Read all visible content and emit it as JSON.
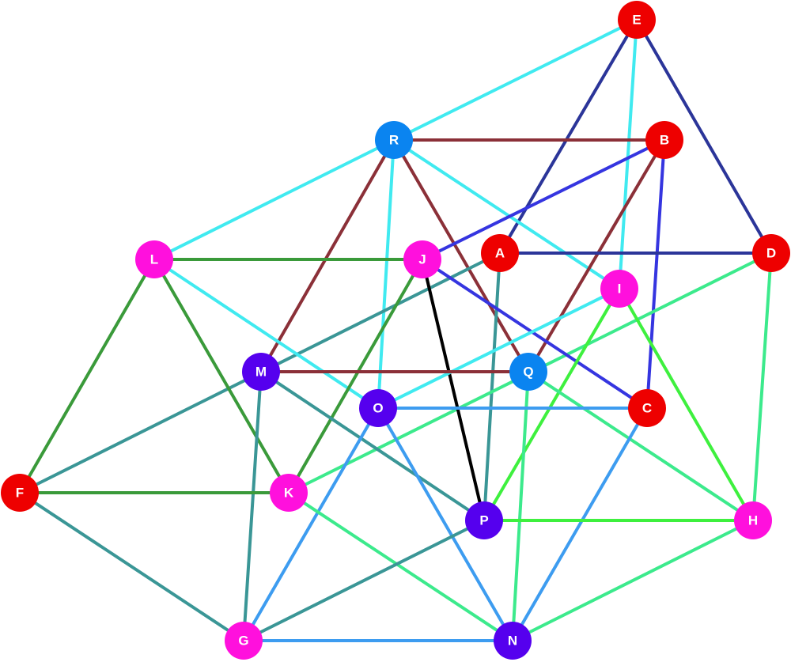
{
  "graph": {
    "nodes": [
      {
        "id": "E",
        "label": "E",
        "color": "#ee0000"
      },
      {
        "id": "B",
        "label": "B",
        "color": "#ee0000"
      },
      {
        "id": "R",
        "label": "R",
        "color": "#0a84f0"
      },
      {
        "id": "A",
        "label": "A",
        "color": "#ee0000"
      },
      {
        "id": "D",
        "label": "D",
        "color": "#ee0000"
      },
      {
        "id": "L",
        "label": "L",
        "color": "#ff10dd"
      },
      {
        "id": "J",
        "label": "J",
        "color": "#ff10dd"
      },
      {
        "id": "I",
        "label": "I",
        "color": "#ff10dd"
      },
      {
        "id": "M",
        "label": "M",
        "color": "#5500ee"
      },
      {
        "id": "Q",
        "label": "Q",
        "color": "#0a84f0"
      },
      {
        "id": "O",
        "label": "O",
        "color": "#5500ee"
      },
      {
        "id": "C",
        "label": "C",
        "color": "#ee0000"
      },
      {
        "id": "F",
        "label": "F",
        "color": "#ee0000"
      },
      {
        "id": "K",
        "label": "K",
        "color": "#ff10dd"
      },
      {
        "id": "P",
        "label": "P",
        "color": "#5500ee"
      },
      {
        "id": "H",
        "label": "H",
        "color": "#ff10dd"
      },
      {
        "id": "G",
        "label": "G",
        "color": "#ff10dd"
      },
      {
        "id": "N",
        "label": "N",
        "color": "#5500ee"
      }
    ],
    "edges": [
      {
        "from": "E",
        "to": "R",
        "color": "#40eaf0"
      },
      {
        "from": "E",
        "to": "A",
        "color": "#2b3599"
      },
      {
        "from": "E",
        "to": "D",
        "color": "#2b3599"
      },
      {
        "from": "E",
        "to": "I",
        "color": "#40eaf0"
      },
      {
        "from": "R",
        "to": "B",
        "color": "#8b3038"
      },
      {
        "from": "R",
        "to": "L",
        "color": "#40eaf0"
      },
      {
        "from": "R",
        "to": "M",
        "color": "#8b3038"
      },
      {
        "from": "R",
        "to": "O",
        "color": "#40eaf0"
      },
      {
        "from": "R",
        "to": "Q",
        "color": "#8b3038"
      },
      {
        "from": "R",
        "to": "I",
        "color": "#40eaf0"
      },
      {
        "from": "B",
        "to": "J",
        "color": "#3535e0"
      },
      {
        "from": "B",
        "to": "Q",
        "color": "#8b3038"
      },
      {
        "from": "B",
        "to": "C",
        "color": "#3535e0"
      },
      {
        "from": "A",
        "to": "D",
        "color": "#2b3599"
      },
      {
        "from": "A",
        "to": "F",
        "color": "#3a9696"
      },
      {
        "from": "A",
        "to": "P",
        "color": "#3a9696"
      },
      {
        "from": "D",
        "to": "K",
        "color": "#3cea8c"
      },
      {
        "from": "D",
        "to": "H",
        "color": "#3cea8c"
      },
      {
        "from": "L",
        "to": "J",
        "color": "#3a9a3a"
      },
      {
        "from": "L",
        "to": "F",
        "color": "#3a9a3a"
      },
      {
        "from": "L",
        "to": "K",
        "color": "#3a9a3a"
      },
      {
        "from": "L",
        "to": "O",
        "color": "#40eaf0"
      },
      {
        "from": "J",
        "to": "K",
        "color": "#3a9a3a"
      },
      {
        "from": "J",
        "to": "P",
        "color": "#000000"
      },
      {
        "from": "J",
        "to": "C",
        "color": "#3535e0"
      },
      {
        "from": "I",
        "to": "O",
        "color": "#40eaf0"
      },
      {
        "from": "I",
        "to": "P",
        "color": "#3ef03e"
      },
      {
        "from": "I",
        "to": "H",
        "color": "#3ef03e"
      },
      {
        "from": "M",
        "to": "Q",
        "color": "#8b3038"
      },
      {
        "from": "M",
        "to": "P",
        "color": "#3a9696"
      },
      {
        "from": "M",
        "to": "G",
        "color": "#3a9696"
      },
      {
        "from": "Q",
        "to": "N",
        "color": "#3cea8c"
      },
      {
        "from": "Q",
        "to": "H",
        "color": "#3cea8c"
      },
      {
        "from": "O",
        "to": "C",
        "color": "#3d9cf0"
      },
      {
        "from": "O",
        "to": "G",
        "color": "#3d9cf0"
      },
      {
        "from": "O",
        "to": "N",
        "color": "#3d9cf0"
      },
      {
        "from": "C",
        "to": "N",
        "color": "#3d9cf0"
      },
      {
        "from": "F",
        "to": "K",
        "color": "#3a9a3a"
      },
      {
        "from": "F",
        "to": "G",
        "color": "#3a9696"
      },
      {
        "from": "K",
        "to": "N",
        "color": "#3cea8c"
      },
      {
        "from": "P",
        "to": "H",
        "color": "#3ef03e"
      },
      {
        "from": "P",
        "to": "G",
        "color": "#3a9696"
      },
      {
        "from": "H",
        "to": "N",
        "color": "#3cea8c"
      },
      {
        "from": "G",
        "to": "N",
        "color": "#3d9cf0"
      }
    ]
  }
}
